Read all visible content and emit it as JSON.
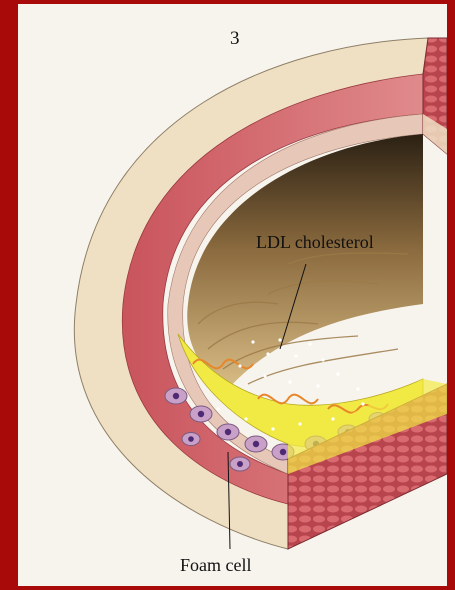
{
  "figure": {
    "number": "3",
    "labels": {
      "ldl": "LDL cholesterol",
      "foam": "Foam cell"
    }
  },
  "colors": {
    "frame": "#a80a0a",
    "panel": "#f7f4ee",
    "muscle": "#d9757a",
    "muscle_dark": "#b8444d",
    "adventitia": "#efe0c4",
    "plaque": "#f2ea44",
    "lumen_surface": "#c9a86e",
    "lumen_shadow": "#6e5632",
    "foam_cell": "#c9a0c8",
    "nucleus": "#4d2a73"
  },
  "icons": {
    "structure": "artery-cross-section-illustration",
    "plaque": "atherosclerotic-plaque",
    "cells": "foam-cell-icon"
  }
}
